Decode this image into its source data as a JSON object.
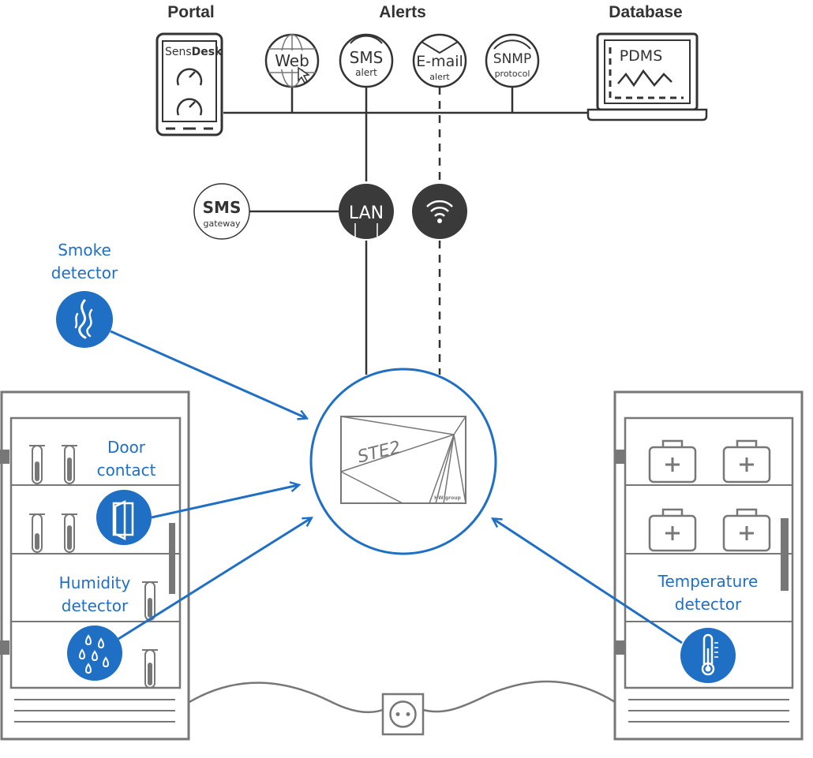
{
  "colors": {
    "accent": "#1f6fc5",
    "dark": "#333333",
    "gray": "#777777",
    "fill_dark": "#3a3a3a"
  },
  "headings": {
    "portal": "Portal",
    "alerts": "Alerts",
    "database": "Database"
  },
  "portal": {
    "brand_prefix": "Sens",
    "brand_suffix": "Desk"
  },
  "alerts": {
    "web": {
      "title": "Web"
    },
    "sms": {
      "title": "SMS",
      "subtitle": "alert"
    },
    "email": {
      "title": "E-mail",
      "subtitle": "alert"
    },
    "snmp": {
      "title": "SNMP",
      "subtitle": "protocol"
    }
  },
  "database": {
    "title": "PDMS"
  },
  "network": {
    "sms_gateway": {
      "title": "SMS",
      "subtitle": "gateway"
    },
    "lan": {
      "title": "LAN"
    },
    "wifi": {
      "icon": "wifi-icon"
    }
  },
  "device": {
    "label": "STE2",
    "brand": "HW group"
  },
  "sensors": {
    "smoke": {
      "line1": "Smoke",
      "line2": "detector",
      "icon": "flame-icon"
    },
    "door": {
      "line1": "Door",
      "line2": "contact",
      "icon": "door-icon"
    },
    "humidity": {
      "line1": "Humidity",
      "line2": "detector",
      "icon": "droplets-icon"
    },
    "temperature": {
      "line1": "Temperature",
      "line2": "detector",
      "icon": "thermometer-icon"
    }
  }
}
